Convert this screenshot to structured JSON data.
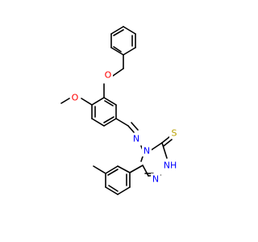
{
  "colors": {
    "carbon": "#000000",
    "oxygen": "#ff0000",
    "nitrogen": "#0000ff",
    "sulfur": "#b8a000",
    "background": "#ffffff"
  },
  "atoms": [
    {
      "id": "O_benzyloxy",
      "label": "O",
      "element": "oxygen"
    },
    {
      "id": "O_methoxy",
      "label": "O",
      "element": "oxygen"
    },
    {
      "id": "N_imine",
      "label": "N",
      "element": "nitrogen"
    },
    {
      "id": "N4_ring",
      "label": "N",
      "element": "nitrogen"
    },
    {
      "id": "N1_ring",
      "label": "NH",
      "element": "nitrogen"
    },
    {
      "id": "N2_ring",
      "label": "N",
      "element": "nitrogen"
    },
    {
      "id": "S_thione",
      "label": "S",
      "element": "sulfur"
    }
  ]
}
